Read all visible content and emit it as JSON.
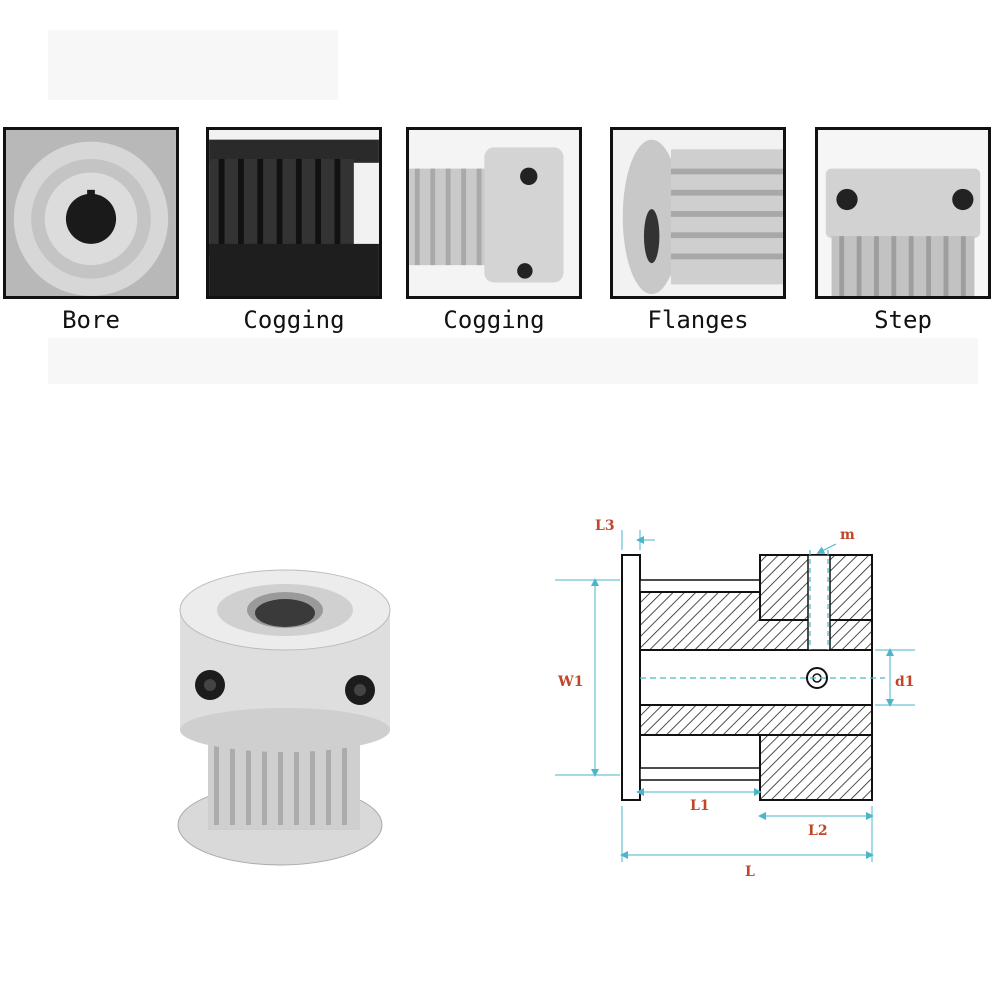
{
  "thumbnails": [
    {
      "id": "bore",
      "caption": "Bore"
    },
    {
      "id": "cogging-1",
      "caption": "Cogging"
    },
    {
      "id": "cogging-2",
      "caption": "Cogging"
    },
    {
      "id": "flanges",
      "caption": "Flanges"
    },
    {
      "id": "step",
      "caption": "Step"
    }
  ],
  "diagram": {
    "labels": {
      "l3": "L3",
      "m": "m",
      "w1": "W1",
      "d1": "d1",
      "l1": "L1",
      "l2": "L2",
      "l": "L"
    },
    "colors": {
      "label": "#c0462a",
      "dimension": "#4ab6c8",
      "outline": "#111111"
    }
  }
}
